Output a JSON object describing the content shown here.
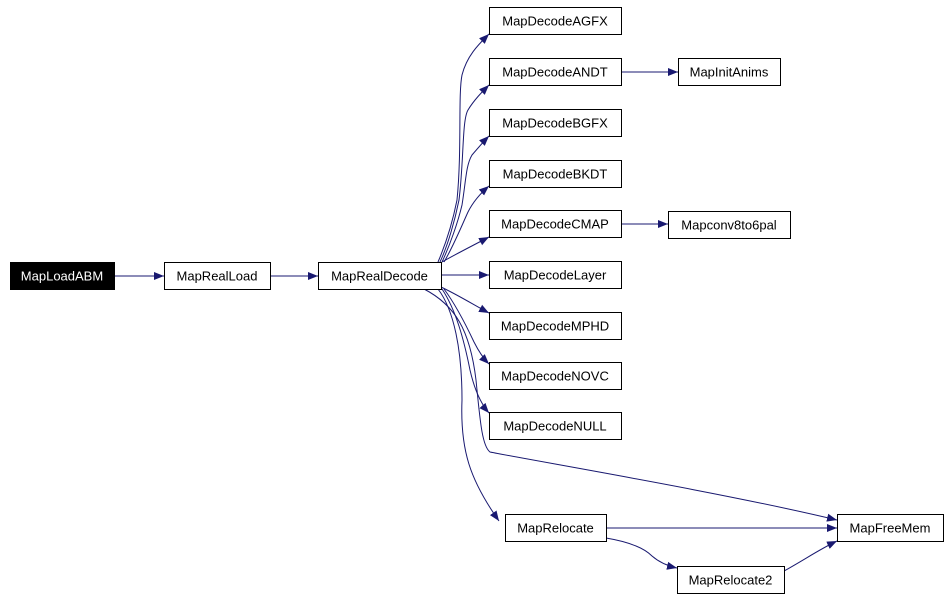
{
  "diagram": {
    "type": "call-graph",
    "edge_color": "#191970",
    "nodes": [
      {
        "id": "MapLoadABM",
        "label": "MapLoadABM",
        "root": true
      },
      {
        "id": "MapRealLoad",
        "label": "MapRealLoad"
      },
      {
        "id": "MapRealDecode",
        "label": "MapRealDecode"
      },
      {
        "id": "MapDecodeAGFX",
        "label": "MapDecodeAGFX"
      },
      {
        "id": "MapDecodeANDT",
        "label": "MapDecodeANDT"
      },
      {
        "id": "MapInitAnims",
        "label": "MapInitAnims"
      },
      {
        "id": "MapDecodeBGFX",
        "label": "MapDecodeBGFX"
      },
      {
        "id": "MapDecodeBKDT",
        "label": "MapDecodeBKDT"
      },
      {
        "id": "MapDecodeCMAP",
        "label": "MapDecodeCMAP"
      },
      {
        "id": "Mapconv8to6pal",
        "label": "Mapconv8to6pal"
      },
      {
        "id": "MapDecodeLayer",
        "label": "MapDecodeLayer"
      },
      {
        "id": "MapDecodeMPHD",
        "label": "MapDecodeMPHD"
      },
      {
        "id": "MapDecodeNOVC",
        "label": "MapDecodeNOVC"
      },
      {
        "id": "MapDecodeNULL",
        "label": "MapDecodeNULL"
      },
      {
        "id": "MapRelocate",
        "label": "MapRelocate"
      },
      {
        "id": "MapFreeMem",
        "label": "MapFreeMem"
      },
      {
        "id": "MapRelocate2",
        "label": "MapRelocate2"
      }
    ],
    "edges": [
      {
        "from": "MapLoadABM",
        "to": "MapRealLoad"
      },
      {
        "from": "MapRealLoad",
        "to": "MapRealDecode"
      },
      {
        "from": "MapRealDecode",
        "to": "MapDecodeAGFX"
      },
      {
        "from": "MapRealDecode",
        "to": "MapDecodeANDT"
      },
      {
        "from": "MapRealDecode",
        "to": "MapDecodeBGFX"
      },
      {
        "from": "MapRealDecode",
        "to": "MapDecodeBKDT"
      },
      {
        "from": "MapRealDecode",
        "to": "MapDecodeCMAP"
      },
      {
        "from": "MapRealDecode",
        "to": "MapDecodeLayer"
      },
      {
        "from": "MapRealDecode",
        "to": "MapDecodeMPHD"
      },
      {
        "from": "MapRealDecode",
        "to": "MapDecodeNOVC"
      },
      {
        "from": "MapRealDecode",
        "to": "MapDecodeNULL"
      },
      {
        "from": "MapRealDecode",
        "to": "MapFreeMem"
      },
      {
        "from": "MapRealDecode",
        "to": "MapRelocate"
      },
      {
        "from": "MapDecodeANDT",
        "to": "MapInitAnims"
      },
      {
        "from": "MapDecodeCMAP",
        "to": "Mapconv8to6pal"
      },
      {
        "from": "MapRelocate",
        "to": "MapFreeMem"
      },
      {
        "from": "MapRelocate",
        "to": "MapRelocate2"
      },
      {
        "from": "MapRelocate2",
        "to": "MapFreeMem"
      }
    ]
  }
}
